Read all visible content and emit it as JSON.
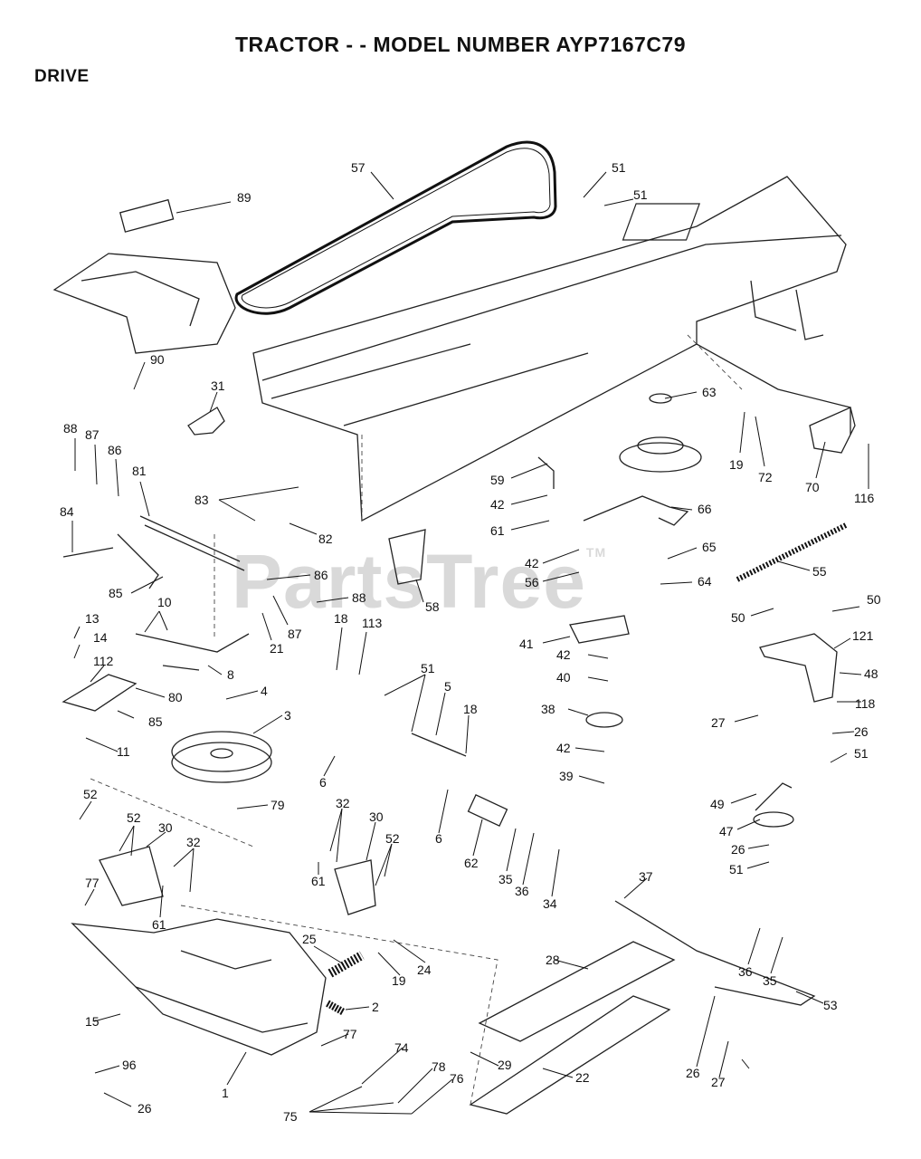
{
  "page": {
    "title": "TRACTOR - - MODEL NUMBER AYP7167C79",
    "section": "DRIVE",
    "watermark": "PartsTree",
    "watermark_tm": "TM"
  },
  "callouts": [
    {
      "id": "c57",
      "label": "57"
    },
    {
      "id": "c51a",
      "label": "51"
    },
    {
      "id": "c51b",
      "label": "51"
    },
    {
      "id": "c89",
      "label": "89"
    },
    {
      "id": "c90",
      "label": "90"
    },
    {
      "id": "c31",
      "label": "31"
    },
    {
      "id": "c63",
      "label": "63"
    },
    {
      "id": "c19a",
      "label": "19"
    },
    {
      "id": "c72",
      "label": "72"
    },
    {
      "id": "c70",
      "label": "70"
    },
    {
      "id": "c116",
      "label": "116"
    },
    {
      "id": "c88a",
      "label": "88"
    },
    {
      "id": "c87a",
      "label": "87"
    },
    {
      "id": "c86a",
      "label": "86"
    },
    {
      "id": "c81",
      "label": "81"
    },
    {
      "id": "c83",
      "label": "83"
    },
    {
      "id": "c82",
      "label": "82"
    },
    {
      "id": "c59",
      "label": "59"
    },
    {
      "id": "c42a",
      "label": "42"
    },
    {
      "id": "c61a",
      "label": "61"
    },
    {
      "id": "c66",
      "label": "66"
    },
    {
      "id": "c84",
      "label": "84"
    },
    {
      "id": "c42b",
      "label": "42"
    },
    {
      "id": "c65",
      "label": "65"
    },
    {
      "id": "c56",
      "label": "56"
    },
    {
      "id": "c64",
      "label": "64"
    },
    {
      "id": "c55",
      "label": "55"
    },
    {
      "id": "c86b",
      "label": "86"
    },
    {
      "id": "c88b",
      "label": "88"
    },
    {
      "id": "c85a",
      "label": "85"
    },
    {
      "id": "c58",
      "label": "58"
    },
    {
      "id": "c10",
      "label": "10"
    },
    {
      "id": "c87b",
      "label": "87"
    },
    {
      "id": "c13",
      "label": "13"
    },
    {
      "id": "c21",
      "label": "21"
    },
    {
      "id": "c18a",
      "label": "18"
    },
    {
      "id": "c113",
      "label": "113"
    },
    {
      "id": "c50a",
      "label": "50"
    },
    {
      "id": "c50b",
      "label": "50"
    },
    {
      "id": "c41",
      "label": "41"
    },
    {
      "id": "c121",
      "label": "121"
    },
    {
      "id": "c14",
      "label": "14"
    },
    {
      "id": "c8",
      "label": "8"
    },
    {
      "id": "c42c",
      "label": "42"
    },
    {
      "id": "c112",
      "label": "112"
    },
    {
      "id": "c48",
      "label": "48"
    },
    {
      "id": "c51c",
      "label": "51"
    },
    {
      "id": "c40",
      "label": "40"
    },
    {
      "id": "c4",
      "label": "4"
    },
    {
      "id": "c80",
      "label": "80"
    },
    {
      "id": "c5",
      "label": "5"
    },
    {
      "id": "c85b",
      "label": "85"
    },
    {
      "id": "c3",
      "label": "3"
    },
    {
      "id": "c18b",
      "label": "18"
    },
    {
      "id": "c38",
      "label": "38"
    },
    {
      "id": "c118",
      "label": "118"
    },
    {
      "id": "c27a",
      "label": "27"
    },
    {
      "id": "c11",
      "label": "11"
    },
    {
      "id": "c26a",
      "label": "26"
    },
    {
      "id": "c42d",
      "label": "42"
    },
    {
      "id": "c51d",
      "label": "51"
    },
    {
      "id": "c6a",
      "label": "6"
    },
    {
      "id": "c39",
      "label": "39"
    },
    {
      "id": "c52a",
      "label": "52"
    },
    {
      "id": "c79",
      "label": "79"
    },
    {
      "id": "c49",
      "label": "49"
    },
    {
      "id": "c32a",
      "label": "32"
    },
    {
      "id": "c30a",
      "label": "30"
    },
    {
      "id": "c52b",
      "label": "52"
    },
    {
      "id": "c30b",
      "label": "30"
    },
    {
      "id": "c47",
      "label": "47"
    },
    {
      "id": "c32b",
      "label": "32"
    },
    {
      "id": "c6b",
      "label": "6"
    },
    {
      "id": "c52c",
      "label": "52"
    },
    {
      "id": "c26b",
      "label": "26"
    },
    {
      "id": "c62",
      "label": "62"
    },
    {
      "id": "c51e",
      "label": "51"
    },
    {
      "id": "c61b",
      "label": "61"
    },
    {
      "id": "c35a",
      "label": "35"
    },
    {
      "id": "c36a",
      "label": "36"
    },
    {
      "id": "c37",
      "label": "37"
    },
    {
      "id": "c77a",
      "label": "77"
    },
    {
      "id": "c34",
      "label": "34"
    },
    {
      "id": "c61c",
      "label": "61"
    },
    {
      "id": "c25",
      "label": "25"
    },
    {
      "id": "c24",
      "label": "24"
    },
    {
      "id": "c28",
      "label": "28"
    },
    {
      "id": "c19b",
      "label": "19"
    },
    {
      "id": "c36b",
      "label": "36"
    },
    {
      "id": "c35b",
      "label": "35"
    },
    {
      "id": "c15",
      "label": "15"
    },
    {
      "id": "c2",
      "label": "2"
    },
    {
      "id": "c53",
      "label": "53"
    },
    {
      "id": "c77b",
      "label": "77"
    },
    {
      "id": "c96",
      "label": "96"
    },
    {
      "id": "c74",
      "label": "74"
    },
    {
      "id": "c29",
      "label": "29"
    },
    {
      "id": "c78",
      "label": "78"
    },
    {
      "id": "c22",
      "label": "22"
    },
    {
      "id": "c26c",
      "label": "26"
    },
    {
      "id": "c76",
      "label": "76"
    },
    {
      "id": "c1",
      "label": "1"
    },
    {
      "id": "c27b",
      "label": "27"
    },
    {
      "id": "c26d",
      "label": "26"
    },
    {
      "id": "c75",
      "label": "75"
    }
  ]
}
